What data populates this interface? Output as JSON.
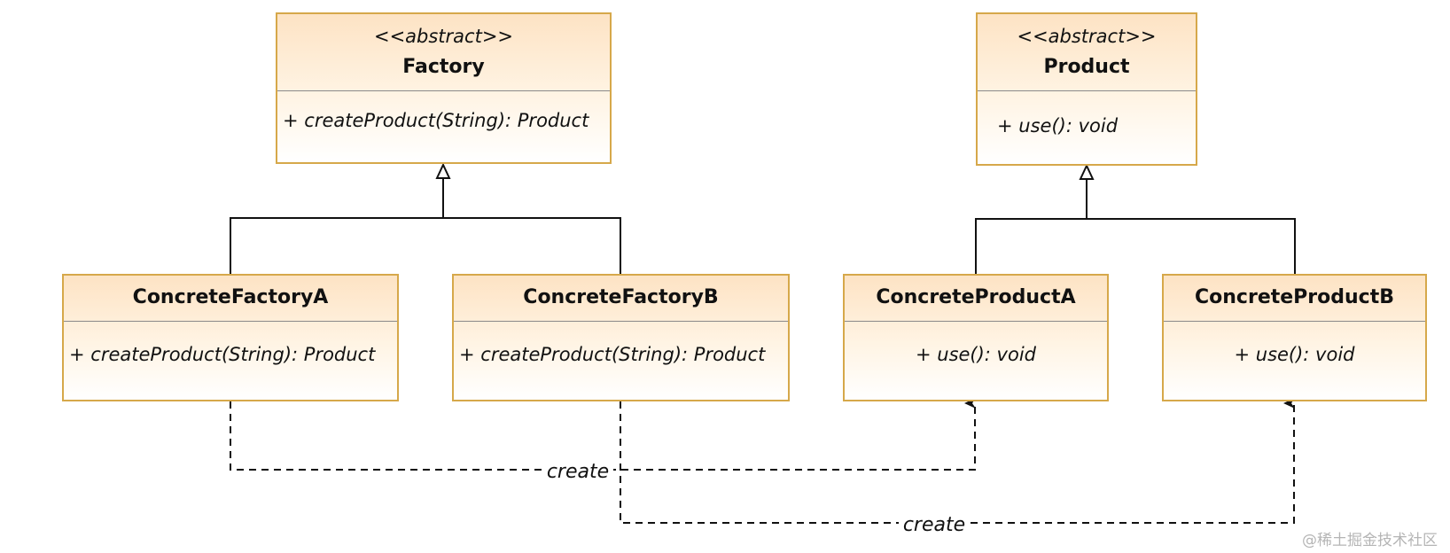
{
  "classes": {
    "factory": {
      "stereotype": "<<abstract>>",
      "name": "Factory",
      "operation": "+ createProduct(String): Product"
    },
    "product": {
      "stereotype": "<<abstract>>",
      "name": "Product",
      "operation": "+ use(): void"
    },
    "concrete_factory_a": {
      "name": "ConcreteFactoryA",
      "operation": "+ createProduct(String): Product"
    },
    "concrete_factory_b": {
      "name": "ConcreteFactoryB",
      "operation": "+ createProduct(String): Product"
    },
    "concrete_product_a": {
      "name": "ConcreteProductA",
      "operation": "+ use(): void"
    },
    "concrete_product_b": {
      "name": "ConcreteProductB",
      "operation": "+ use(): void"
    }
  },
  "relations": {
    "create_a_label": "create",
    "create_b_label": "create"
  },
  "colors": {
    "box_border": "#d6a84a",
    "box_fill_top": "#fde3c4",
    "line": "#111111"
  },
  "watermark": "@稀土掘金技术社区"
}
